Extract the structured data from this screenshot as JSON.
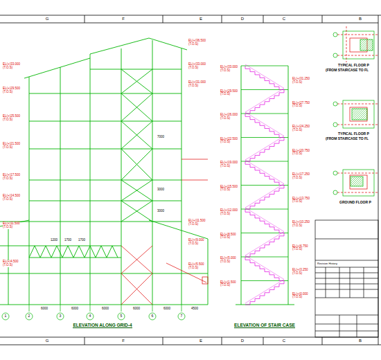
{
  "diagram": {
    "labels": [
      "G",
      "F",
      "E",
      "D",
      "C",
      "B",
      "G",
      "F",
      "E",
      "D",
      "C",
      "B",
      "EL(+)33.000 (T.O.S)",
      "EL(+)29.500 (T.O.S)",
      "EL(+)25.500 (T.O.S)",
      "EL(+)21.500 (T.O.S)",
      "EL(+)17.500 (T.O.S)",
      "EL(+)14.500 (T.O.S)",
      "EL(+)11.500 (T.O.S)",
      "EL(+)4.500 (T.O.S)",
      "EL(+)36.500 (T.O.S)",
      "EL(+)33.000 (T.O.S)",
      "EL(+)31.000 (T.O.S)",
      "EL(+)11.500 (T.O.S)",
      "EL(+)9.000 (T.O.S)",
      "EL(+)5.500 (T.O.S)",
      "EL(+)33.000 (T.O.S)",
      "EL(+)29.500 (T.O.S)",
      "EL(+)26.000 (T.O.S)",
      "EL(+)22.500 (T.O.S)",
      "EL(+)19.000 (T.O.S)",
      "EL(+)15.500 (T.O.S)",
      "EL(+)12.000 (T.O.S)",
      "EL(+)8.500 (T.O.S)",
      "EL(+)5.000 (T.O.S)",
      "EL(+)1.500 (T.O.S)",
      "EL(+)31.250 (T.O.S)",
      "EL(+)27.750 (T.O.S)",
      "EL(+)24.250 (T.O.S)",
      "EL(+)20.750 (T.O.S)",
      "EL(+)17.250 (T.O.S)",
      "EL(+)13.750 (T.O.S)",
      "EL(+)10.250 (T.O.S)",
      "EL(+)6.750 (T.O.S)",
      "EL(+)3.250 (T.O.S)",
      "EL(+)0.000 (T.O.S)",
      "1",
      "2",
      "3",
      "4",
      "5",
      "6",
      "7",
      "6000",
      "6000",
      "6000",
      "6000",
      "6000",
      "4500",
      "1200",
      "1700",
      "1700",
      "7000",
      "3000",
      "3000",
      "ELEVATION ALONG GRID-4",
      "ELEVATION OF STAIR CASE",
      "TYPICAL FLOOR P",
      "(FROM STAIRCASE TO FL",
      "TYPICAL FLOOR P",
      "(FROM STAIRCASE TO FL",
      "GROUND FLOOR P",
      "Revision History"
    ]
  }
}
